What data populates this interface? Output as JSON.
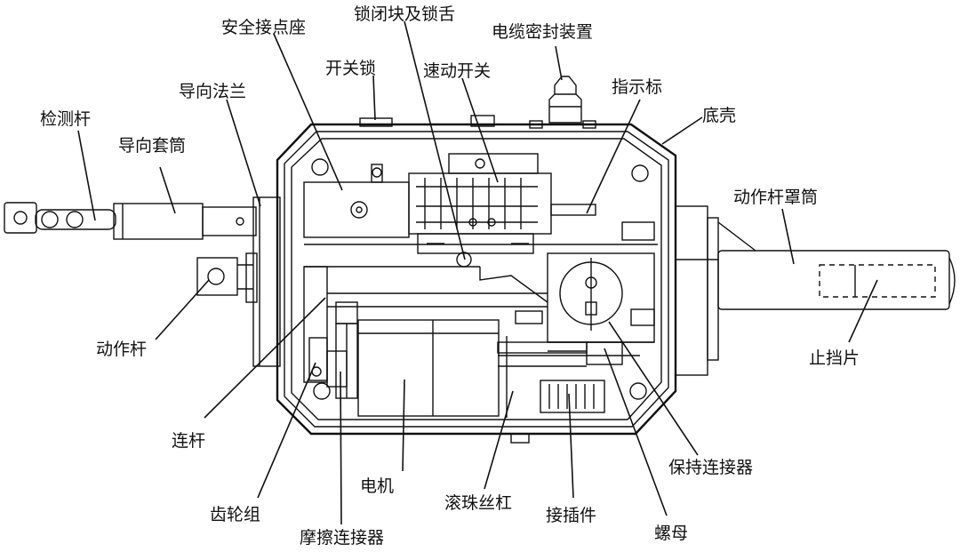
{
  "labels": {
    "safety_contact_seat": "安全接点座",
    "lock_block_tongue": "锁闭块及锁舌",
    "cable_seal": "电缆密封装置",
    "switch_lock": "开关锁",
    "quick_switch": "速动开关",
    "guide_flange": "导向法兰",
    "indicator": "指示标",
    "bottom_shell": "底壳",
    "detection_rod": "检测杆",
    "guide_sleeve": "导向套筒",
    "action_rod_cover": "动作杆罩筒",
    "action_rod": "动作杆",
    "stop_plate": "止挡片",
    "connecting_rod": "连杆",
    "hold_connector": "保持连接器",
    "motor": "电机",
    "ball_screw": "滚珠丝杠",
    "gear_set": "齿轮组",
    "plug_connector": "接插件",
    "nut": "螺母",
    "friction_connector": "摩擦连接器"
  },
  "colors": {
    "ink": "#111111",
    "paper": "#ffffff"
  }
}
